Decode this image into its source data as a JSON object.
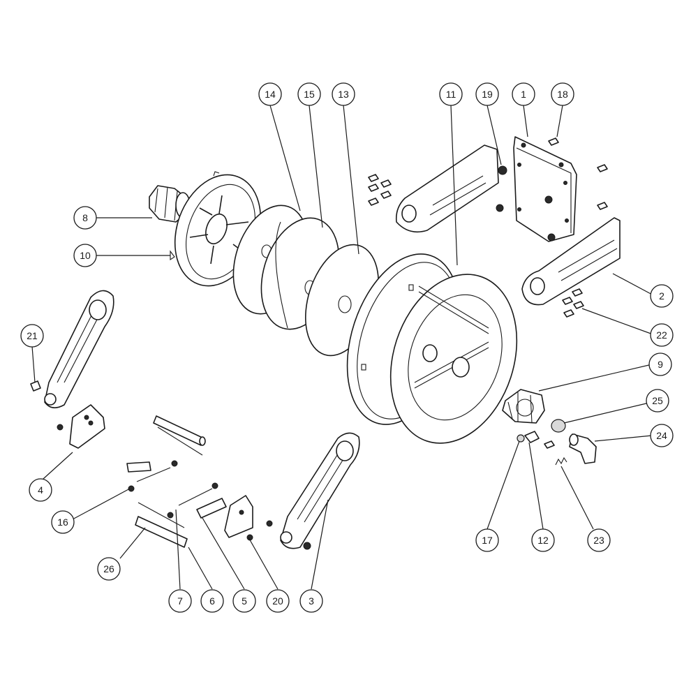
{
  "diagram": {
    "type": "exploded-parts-view",
    "subject": "hose reel assembly",
    "line_color": "#1a1a1a",
    "background": "#ffffff"
  },
  "callouts": [
    {
      "id": "c1",
      "label": "1"
    },
    {
      "id": "c2",
      "label": "2"
    },
    {
      "id": "c3",
      "label": "3"
    },
    {
      "id": "c4",
      "label": "4"
    },
    {
      "id": "c5",
      "label": "5"
    },
    {
      "id": "c6",
      "label": "6"
    },
    {
      "id": "c7",
      "label": "7"
    },
    {
      "id": "c8",
      "label": "8"
    },
    {
      "id": "c9",
      "label": "9"
    },
    {
      "id": "c10",
      "label": "10"
    },
    {
      "id": "c11",
      "label": "11"
    },
    {
      "id": "c12",
      "label": "12"
    },
    {
      "id": "c13",
      "label": "13"
    },
    {
      "id": "c14",
      "label": "14"
    },
    {
      "id": "c15",
      "label": "15"
    },
    {
      "id": "c16",
      "label": "16"
    },
    {
      "id": "c17",
      "label": "17"
    },
    {
      "id": "c18",
      "label": "18"
    },
    {
      "id": "c19",
      "label": "19"
    },
    {
      "id": "c20",
      "label": "20"
    },
    {
      "id": "c21",
      "label": "21"
    },
    {
      "id": "c22",
      "label": "22"
    },
    {
      "id": "c23",
      "label": "23"
    },
    {
      "id": "c24",
      "label": "24"
    },
    {
      "id": "c25",
      "label": "25"
    },
    {
      "id": "c26",
      "label": "26"
    }
  ]
}
